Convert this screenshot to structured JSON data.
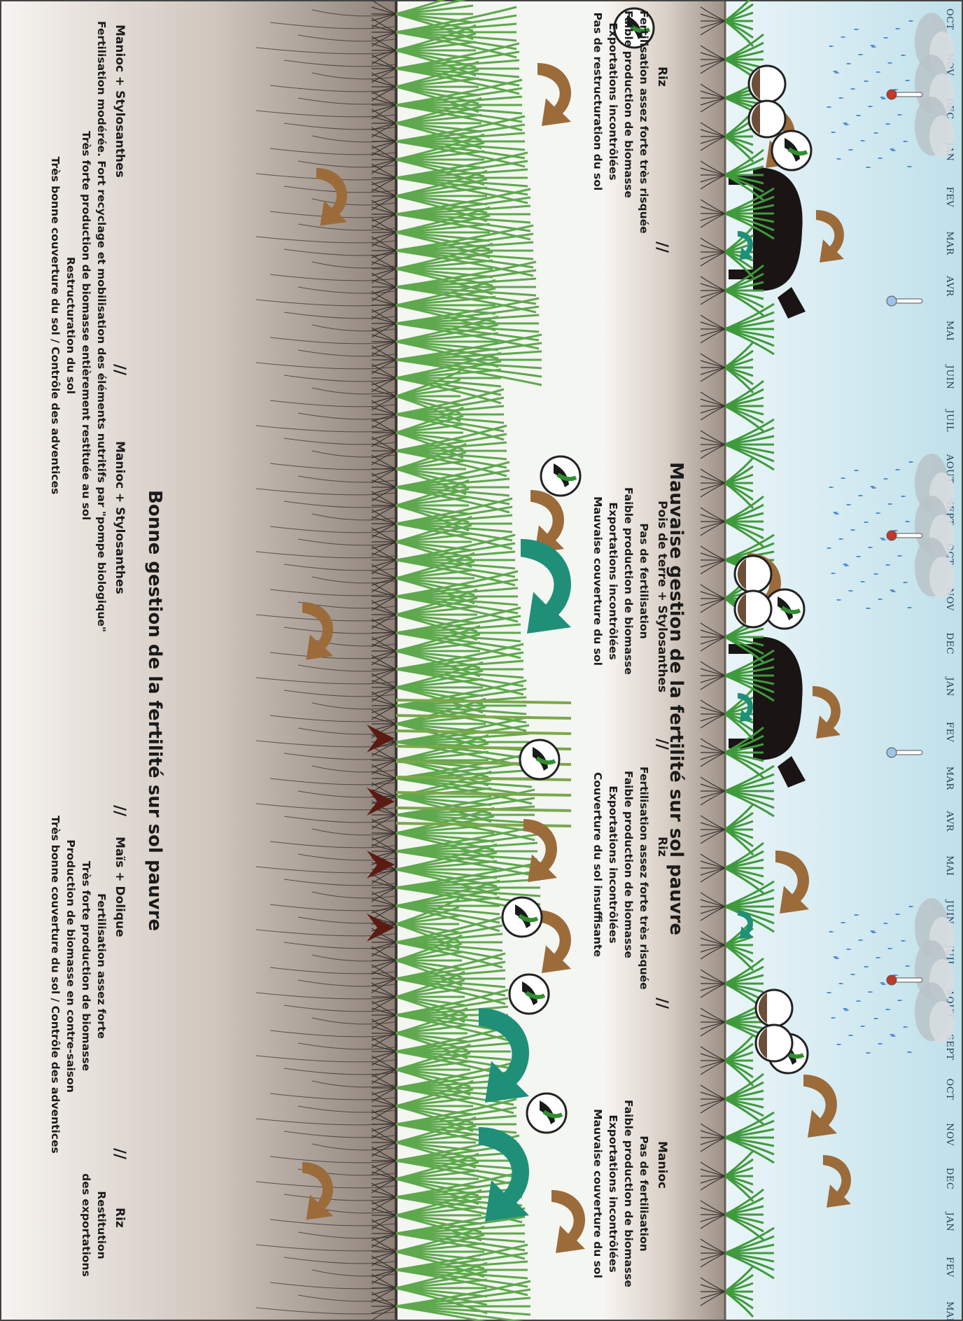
{
  "months_top": [
    "OCT",
    "NOV",
    "DEC",
    "JAN",
    "FEV",
    "MAR",
    "AVR",
    "MAI",
    "JUIN",
    "JUIL",
    "AOUT",
    "SEPT",
    "OCT",
    "NOV",
    "DEC",
    "JAN",
    "FEV",
    "MAR",
    "AVR",
    "MAI",
    "JUIN",
    "JUIL",
    "AOUT",
    "SEPT",
    "OCT",
    "NOV",
    "DEC",
    "JAN",
    "FEV",
    "MAR"
  ],
  "bad_management": {
    "title": "Mauvaise gestion de la fertilité sur sol pauvre",
    "separator": "//",
    "crops": [
      {
        "name": "Riz",
        "lines": [
          "Fertilisation assez forte très risquée",
          "Faible production de biomasse",
          "Exportations incontrôlées",
          "Pas de restructuration du sol"
        ]
      },
      {
        "name": "Pois de terre   +   Stylosanthes",
        "lines": [
          "Pas de fertilisation",
          "Faible production de biomasse",
          "Exportations incontrôlées",
          "Mauvaise couverture du sol"
        ]
      },
      {
        "name": "Riz",
        "lines": [
          "Fertilisation assez forte très risquée",
          "Faible production de biomasse",
          "Exportations incontrôlées",
          "Couverture du sol insuffisante"
        ]
      },
      {
        "name": "Manioc",
        "lines": [
          "Pas de fertilisation",
          "Faible production de biomasse",
          "Exportations incontrôlées",
          "Mauvaise couverture du sol"
        ]
      }
    ]
  },
  "good_management": {
    "title": "Bonne gestion de la fertilité sur sol pauvre",
    "separator": "//",
    "crops": [
      {
        "name": "Manioc       +       Stylosanthes",
        "lines": [
          "Fertilisation modérée. Fort recyclage et mobilisation des éléments nutritifs par \"pompe biologique\"",
          "Très forte production de biomasse entièrement restituée au sol",
          "Restructuration du sol",
          "Très bonne couverture du sol / Contrôle des adventices"
        ]
      },
      {
        "name": "Manioc   +   Stylosanthes",
        "lines": []
      },
      {
        "name": "Maïs        +        Dolique",
        "lines": [
          "Fertilisation assez forte",
          "Très forte production de biomasse",
          "Production de biomasse en contre-saison",
          "Très bonne couverture du sol / Contrôle des adventices"
        ]
      },
      {
        "name": "Riz",
        "lines": [
          "Restitution",
          "des exportations"
        ]
      }
    ]
  },
  "colors": {
    "sky": "#cfe7ef",
    "soil": "#b3a69a",
    "crop_green": "#3f9a3c",
    "flow_brown": "#9c6b3a",
    "flow_teal": "#1f8f78",
    "rain": "#3f7fd0",
    "animal": "#1a1414"
  },
  "icons": [
    "rain-cloud-icon",
    "thermometer-icon",
    "grazing-animal-icon",
    "harvest-hand-icon",
    "nutrient-arrow-icon"
  ]
}
